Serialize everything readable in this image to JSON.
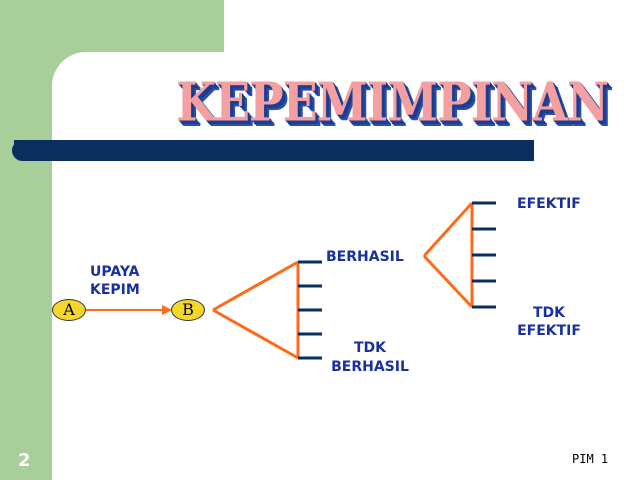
{
  "slide": {
    "title": "KEPEMIMPINAN",
    "number": "2",
    "footer": "PIM 1"
  },
  "diagram": {
    "node_a": "A",
    "node_b": "B",
    "arrow_label_line1": "UPAYA",
    "arrow_label_line2": "KEPIM",
    "branch1_top": "BERHASIL",
    "branch1_bottom_line1": "TDK",
    "branch1_bottom_line2": "BERHASIL",
    "branch2_top": "EFEKTIF",
    "branch2_bottom_line1": "TDK",
    "branch2_bottom_line2": "EFEKTIF"
  },
  "colors": {
    "accent_orange": "#ff6a1a",
    "bar_navy": "#0a2f5e",
    "label_blue": "#1a2fa0",
    "node_yellow": "#f5d62c",
    "background_green": "#a8cf9a"
  }
}
